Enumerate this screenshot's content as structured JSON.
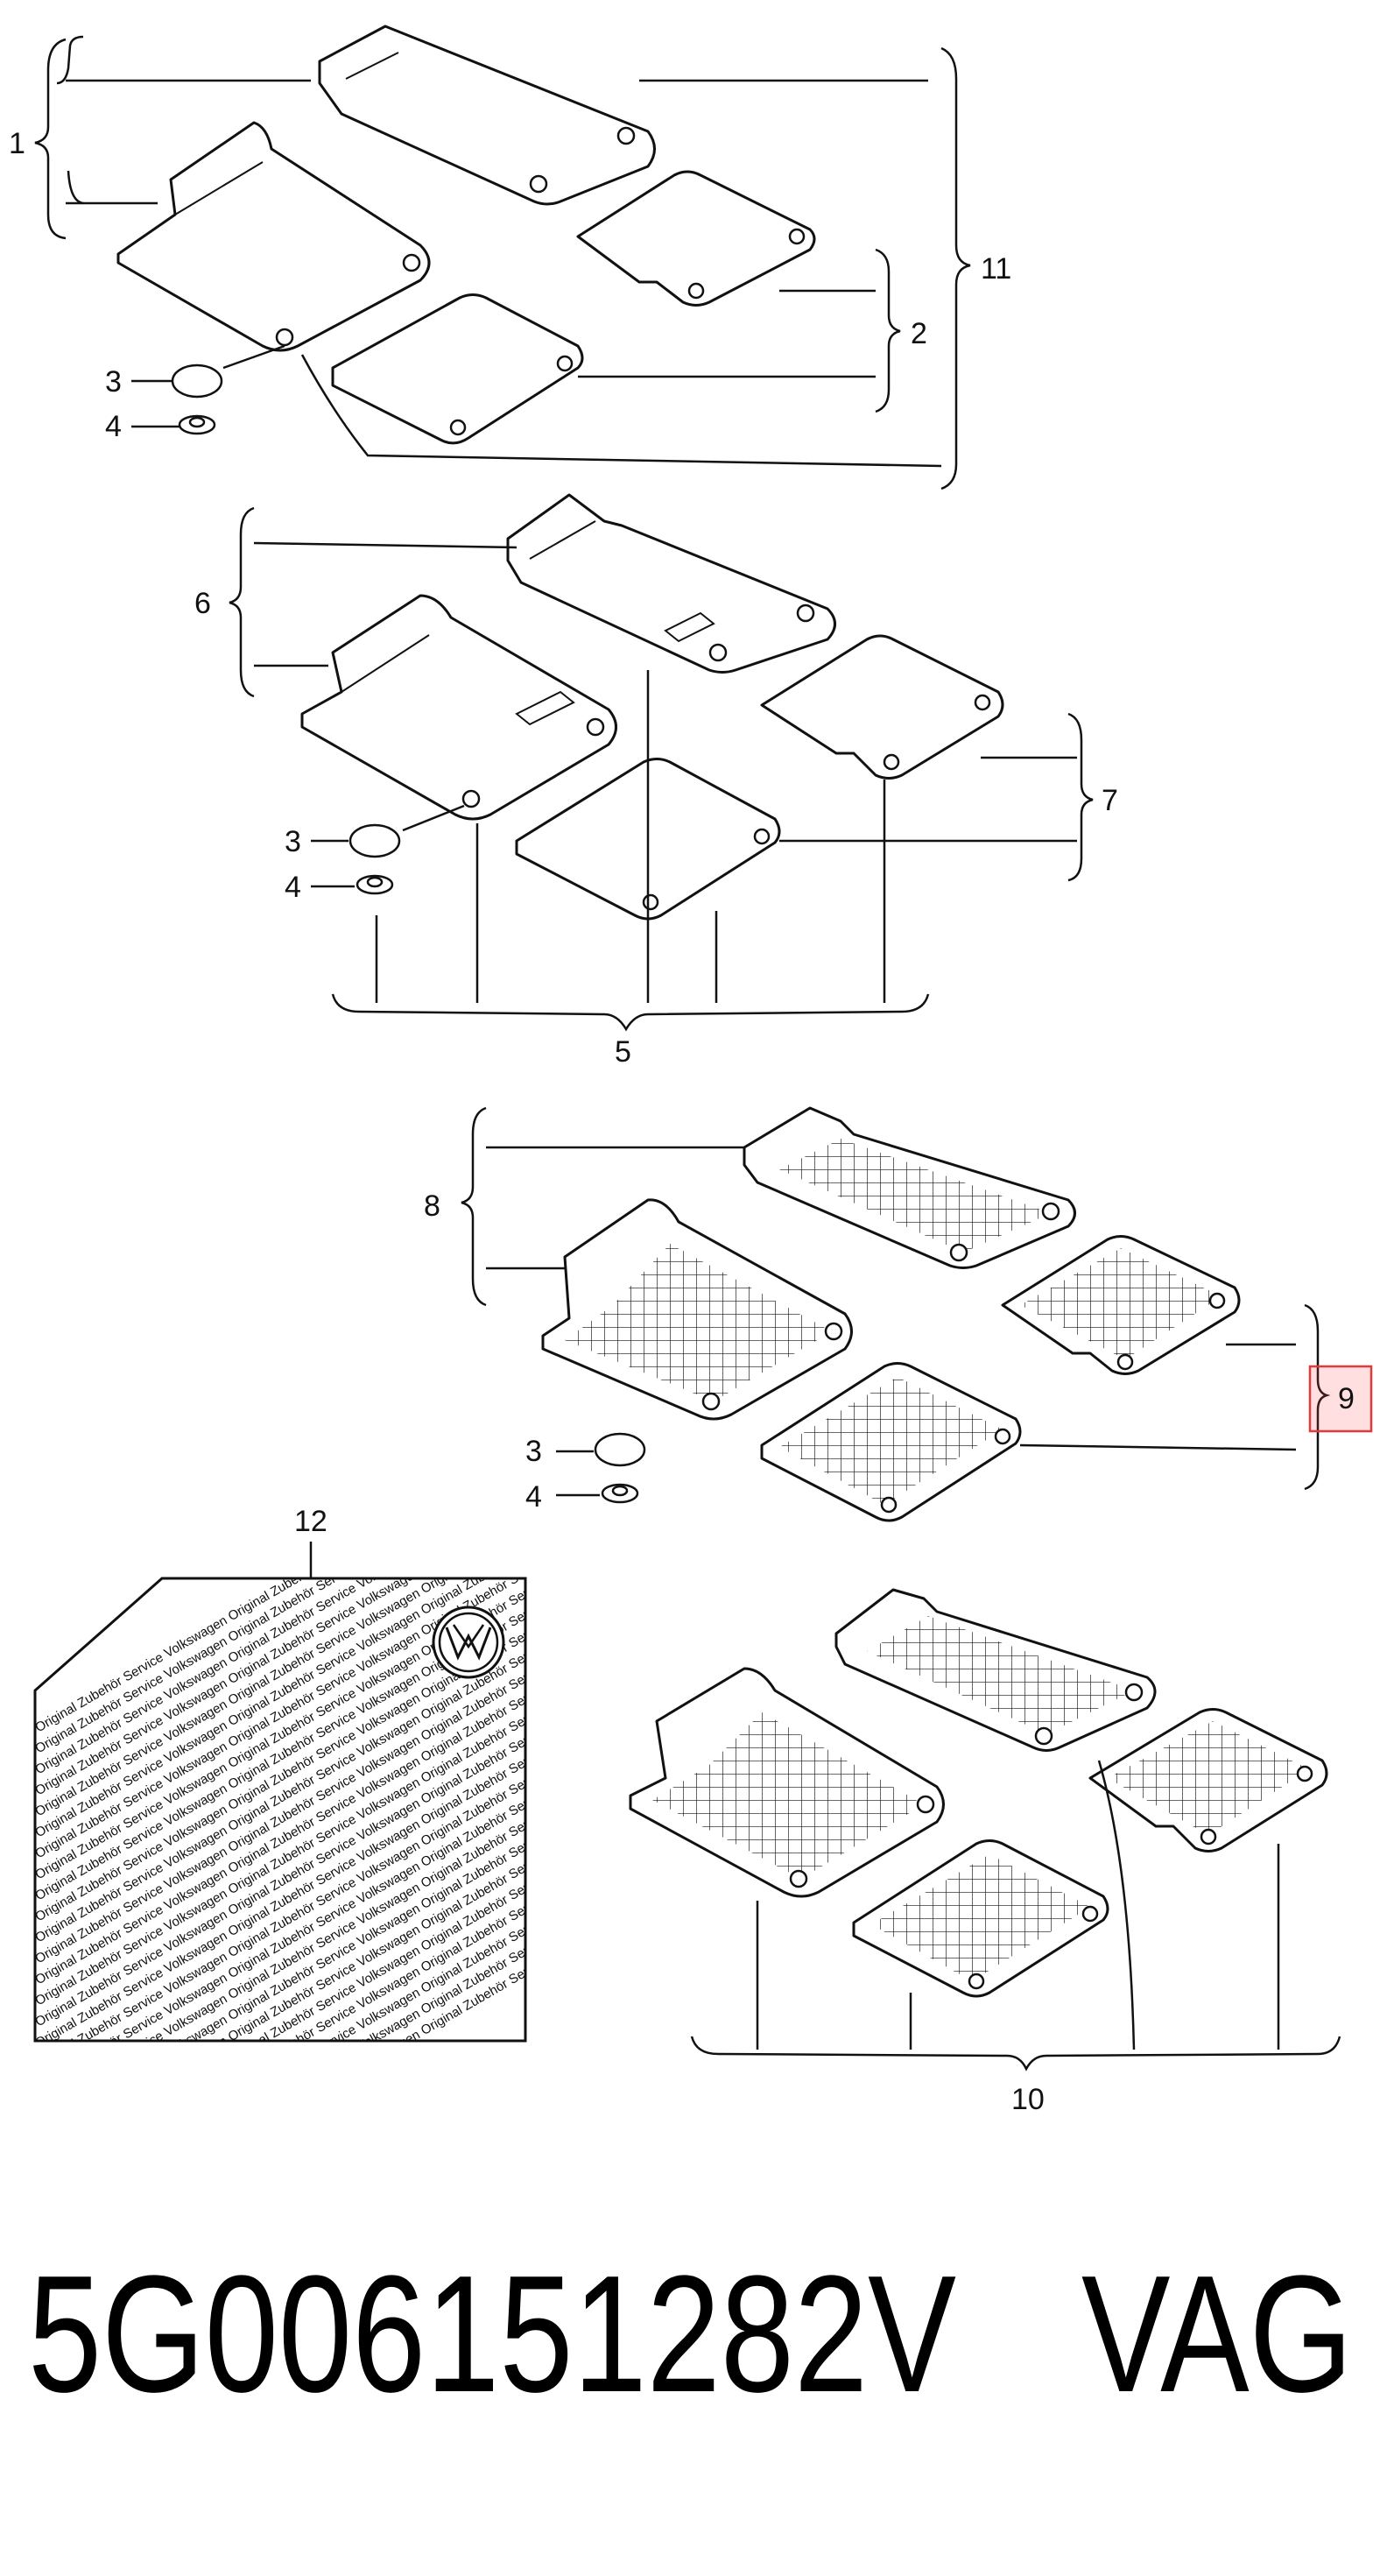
{
  "callouts": {
    "c1": "1",
    "c2": "2",
    "c3a": "3",
    "c4a": "4",
    "c11": "11",
    "c6": "6",
    "c7": "7",
    "c3b": "3",
    "c4b": "4",
    "c5": "5",
    "c8": "8",
    "c9": "9",
    "c3c": "3",
    "c4c": "4",
    "c12": "12",
    "c10": "10"
  },
  "label_card": {
    "phrases": [
      "Volkswagen",
      "Original",
      "Zubehör",
      "Service"
    ],
    "logo": "vw-logo"
  },
  "footer": {
    "part_number": "5G006151282V",
    "brand": "VAG"
  },
  "highlight": {
    "color": "#e23a3a"
  }
}
